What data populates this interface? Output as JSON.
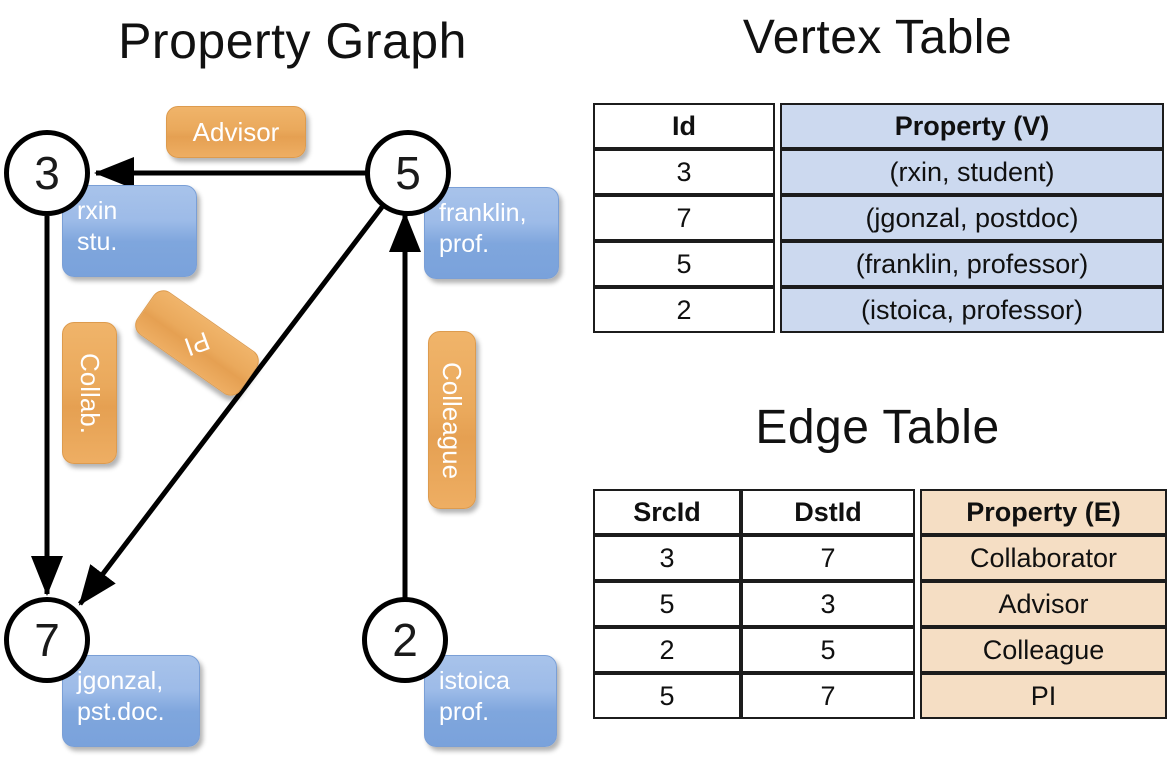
{
  "graph": {
    "title": "Property Graph",
    "nodes": [
      {
        "id": "3",
        "property_lines": [
          "rxin",
          "stu."
        ]
      },
      {
        "id": "5",
        "property_lines": [
          "franklin,",
          "prof."
        ]
      },
      {
        "id": "7",
        "property_lines": [
          "jgonzal,",
          "pst.doc."
        ]
      },
      {
        "id": "2",
        "property_lines": [
          "istoica",
          "prof."
        ]
      }
    ],
    "edge_labels": [
      {
        "name": "advisor-label",
        "text": "Advisor"
      },
      {
        "name": "collab-label",
        "text": "Collab."
      },
      {
        "name": "pi-label",
        "text": "PI"
      },
      {
        "name": "colleague-label",
        "text": "Colleague"
      }
    ],
    "edges": [
      {
        "from": "5",
        "to": "3",
        "label": "Advisor"
      },
      {
        "from": "3",
        "to": "7",
        "label": "Collab."
      },
      {
        "from": "5",
        "to": "7",
        "label": "PI"
      },
      {
        "from": "2",
        "to": "5",
        "label": "Colleague"
      }
    ]
  },
  "vertex_table": {
    "title": "Vertex Table",
    "columns": [
      "Id",
      "Property (V)"
    ],
    "rows": [
      {
        "id": "3",
        "property": "(rxin, student)"
      },
      {
        "id": "7",
        "property": "(jgonzal, postdoc)"
      },
      {
        "id": "5",
        "property": "(franklin, professor)"
      },
      {
        "id": "2",
        "property": "(istoica, professor)"
      }
    ]
  },
  "edge_table": {
    "title": "Edge Table",
    "columns": [
      "SrcId",
      "DstId",
      "Property (E)"
    ],
    "rows": [
      {
        "src": "3",
        "dst": "7",
        "property": "Collaborator"
      },
      {
        "src": "5",
        "dst": "3",
        "property": "Advisor"
      },
      {
        "src": "2",
        "dst": "5",
        "property": "Colleague"
      },
      {
        "src": "5",
        "dst": "7",
        "property": "PI"
      }
    ]
  },
  "colors": {
    "vertex_box": "#9dbbe8",
    "edge_box": "#eaa95c",
    "vertex_cell": "#ccd9ef",
    "edge_cell": "#f5dec4",
    "stroke": "#000000",
    "background": "#ffffff"
  }
}
